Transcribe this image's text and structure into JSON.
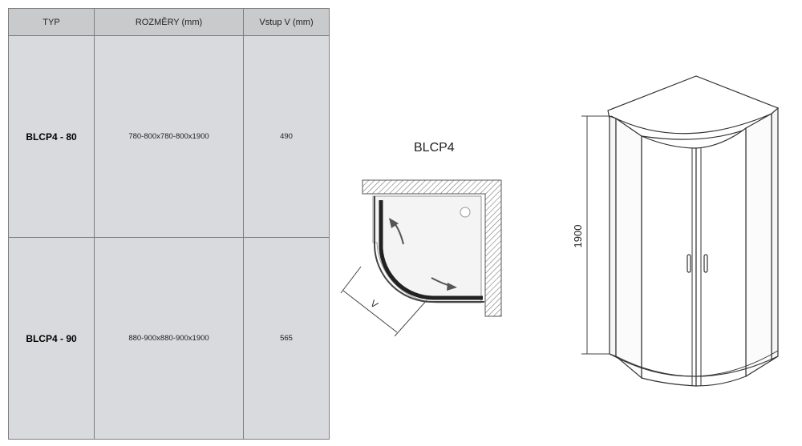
{
  "table": {
    "headers": [
      "TYP",
      "ROZMĚRY (mm)",
      "Vstup V (mm)"
    ],
    "rows": [
      {
        "typ": "BLCP4 - 80",
        "rozmery": "780-800x780-800x1900",
        "vstup": "490"
      },
      {
        "typ": "BLCP4 - 90",
        "rozmery": "880-900x880-900x1900",
        "vstup": "565"
      }
    ]
  },
  "plan": {
    "title": "BLCP4",
    "dimension_label": "V"
  },
  "elevation": {
    "height_label": "1900"
  }
}
